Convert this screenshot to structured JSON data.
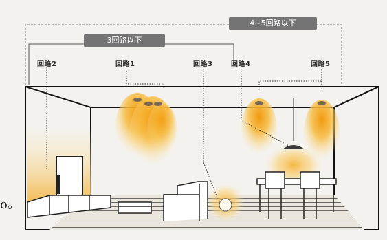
{
  "groups": {
    "left_badge": "3回路以下",
    "right_badge": "4~5回路以下"
  },
  "circuits": [
    {
      "label": "回路2"
    },
    {
      "label": "回路1"
    },
    {
      "label": "回路3"
    },
    {
      "label": "回路4"
    },
    {
      "label": "回路5"
    }
  ],
  "side_mark": "o。",
  "colors": {
    "badge_bg": "#747474",
    "room_line": "#111111",
    "glow": "#f4a21d",
    "floor": "#4a4a4a"
  }
}
